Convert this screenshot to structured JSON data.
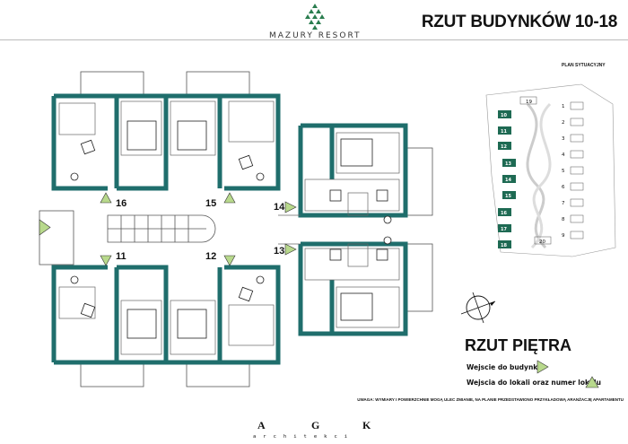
{
  "header": {
    "brand": "MAZURY RESORT",
    "title": "RZUT BUDYNKÓW 10-18"
  },
  "plan": {
    "subtitle": "RZUT PIĘTRA",
    "unit_numbers": [
      "11",
      "12",
      "13",
      "14",
      "15",
      "16"
    ]
  },
  "site_plan": {
    "label": "PLAN SYTUACYJNY",
    "buildings_left": [
      "10",
      "11",
      "12",
      "13",
      "14",
      "15",
      "16",
      "17",
      "18"
    ],
    "buildings_right": [
      "1",
      "2",
      "3",
      "4",
      "5",
      "6",
      "7",
      "8",
      "9"
    ],
    "extra": [
      "19",
      "20"
    ]
  },
  "legend": {
    "building_entrance": "Wejscie do budynku",
    "unit_entrance": "Wejscia do lokali oraz numer lokalu"
  },
  "note": "UWAGA: WYMIARY I POWIERZCHNIE MOGĄ ULEC ZMIANIE, NA PLANIE PRZEDSTAWIONO PRZYKŁADOWĄ ARANŻACJĘ APARTAMENTU",
  "footer": {
    "letters": [
      "A",
      "G",
      "K"
    ],
    "word": "architekci"
  },
  "colors": {
    "wall": "#1f6e6c",
    "triangle": "#b8d98c",
    "site_green": "#1e6a53"
  }
}
